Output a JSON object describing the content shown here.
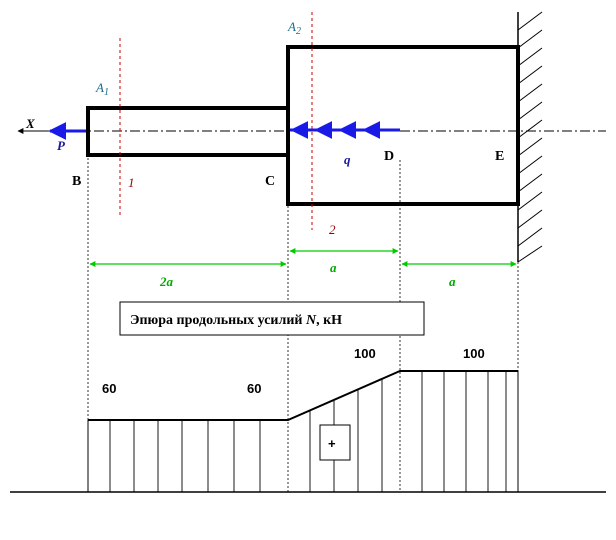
{
  "labels": {
    "axis_x": "X",
    "force_p": "P",
    "load_q": "q",
    "area_1": "A",
    "area_1_sub": "1",
    "area_2": "A",
    "area_2_sub": "2",
    "section_1": "1",
    "section_2": "2",
    "point_b": "B",
    "point_c": "C",
    "point_d": "D",
    "point_e": "E"
  },
  "dimensions": {
    "seg_bc": "2a",
    "seg_cd": "a",
    "seg_de": "a"
  },
  "epure": {
    "title_prefix": "Эпюра продольных усилий ",
    "title_var": "N",
    "title_suffix": ", кН",
    "value_b": "60",
    "value_c": "60",
    "value_d": "100",
    "value_e": "100",
    "sign": "+"
  },
  "colors": {
    "load_arrows": "#1a1ae6",
    "dimension_lines": "#00cc00",
    "section_lines": "#cc0000",
    "area_labels": "#1a6e8e",
    "section_numbers": "#990000",
    "force_label": "#1a1a99"
  }
}
